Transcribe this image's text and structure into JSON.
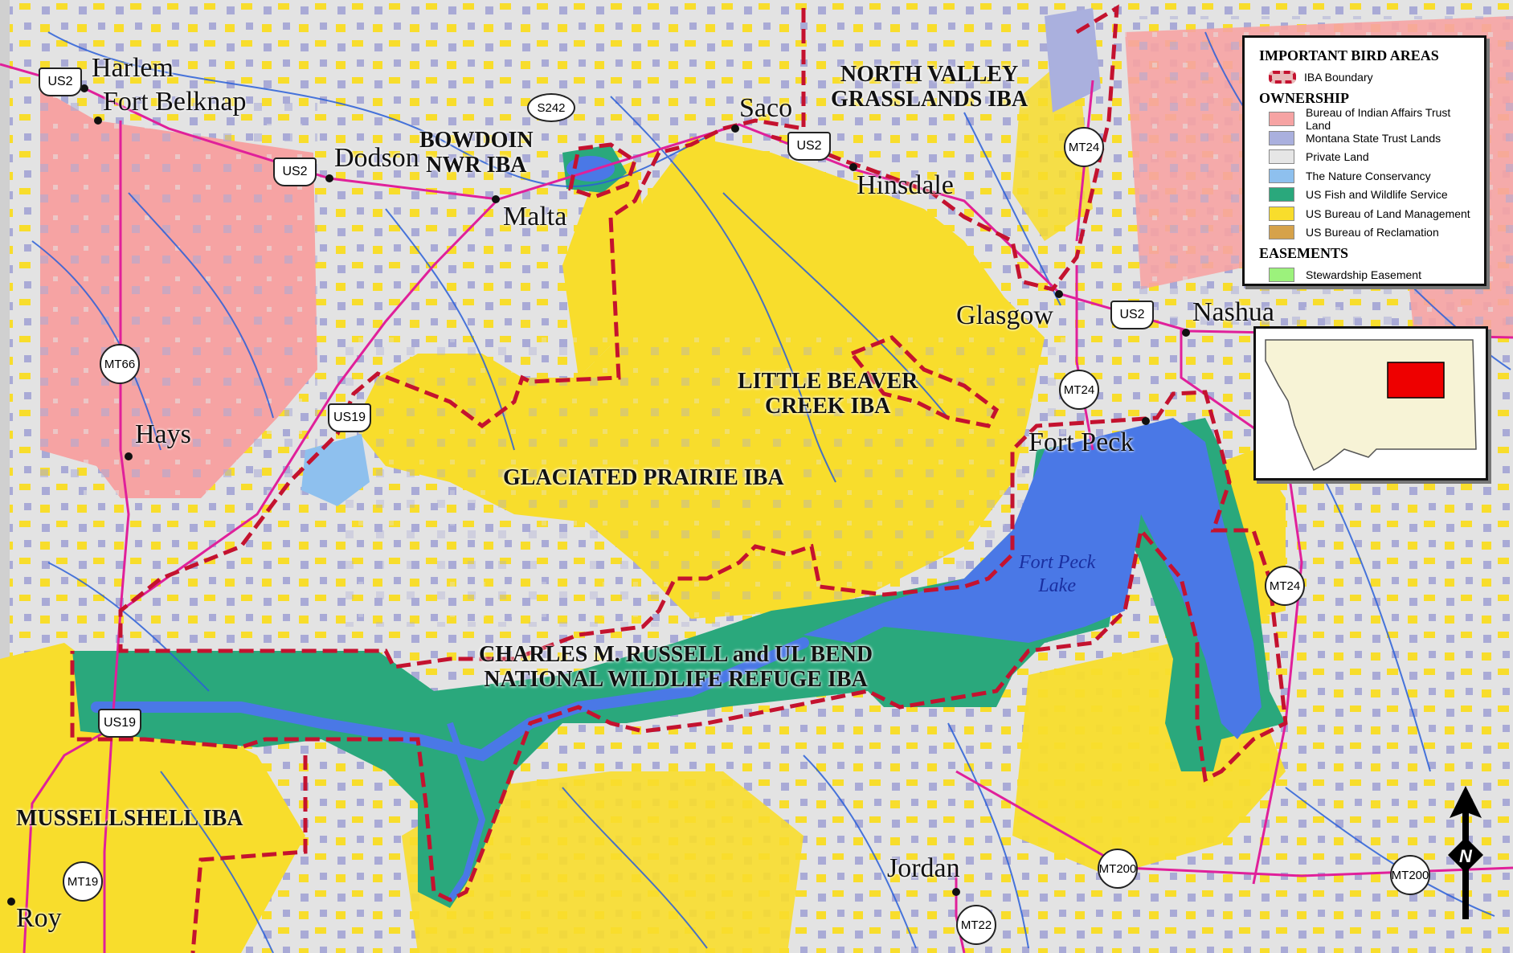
{
  "legend": {
    "title": "IMPORTANT BIRD AREAS",
    "iba_boundary": "IBA Boundary",
    "ownership_title": "OWNERSHIP",
    "ownership": [
      {
        "label": "Bureau of Indian Affairs Trust Land",
        "color": "#f6a3a3"
      },
      {
        "label": "Montana State Trust Lands",
        "color": "#aab0de"
      },
      {
        "label": "Private Land",
        "color": "#e6e6e6"
      },
      {
        "label": "The Nature Conservancy",
        "color": "#8ec0ee"
      },
      {
        "label": "US Fish and Wildlife Service",
        "color": "#2aa87c"
      },
      {
        "label": "US Bureau of Land Management",
        "color": "#f8dd2c"
      },
      {
        "label": "US Bureau of Reclamation",
        "color": "#d6a24a"
      }
    ],
    "easements_title": "EASEMENTS",
    "easements": [
      {
        "label": "Stewardship Easement",
        "color": "#9cf27c"
      }
    ]
  },
  "places": {
    "harlem": "Harlem",
    "fort_belknap": "Fort Belknap",
    "dodson": "Dodson",
    "malta": "Malta",
    "saco": "Saco",
    "hinsdale": "Hinsdale",
    "glasgow": "Glasgow",
    "nashua": "Nashua",
    "hays": "Hays",
    "fort_peck": "Fort Peck",
    "jordan": "Jordan",
    "roy": "Roy"
  },
  "iba_labels": {
    "bowdoin": [
      "BOWDOIN",
      "NWR IBA"
    ],
    "north_valley": [
      "NORTH VALLEY",
      "GRASSLANDS IBA"
    ],
    "little_beaver": [
      "LITTLE BEAVER",
      "CREEK IBA"
    ],
    "glaciated": "GLACIATED PRAIRIE IBA",
    "cmr": [
      "CHARLES M. RUSSELL  and UL BEND",
      "NATIONAL WILDLIFE REFUGE IBA"
    ],
    "musselshell": "MUSSELLSHELL IBA"
  },
  "lake": [
    "Fort Peck",
    "Lake"
  ],
  "shields": {
    "us2_a": "US2",
    "us2_b": "US2",
    "us2_c": "US2",
    "us2_d": "US2",
    "s242": "S242",
    "mt24_a": "MT24",
    "mt24_b": "MT24",
    "mt24_c": "MT24",
    "mt66": "MT66",
    "us19_a": "US19",
    "us19_b": "US19",
    "mt19": "MT19",
    "mt200_a": "MT200",
    "mt200_b": "MT200",
    "mt22": "MT22"
  },
  "north_arrow": "N",
  "colors": {
    "private": "#e3e3e3",
    "blm": "#f8dd2c",
    "state": "#aab0de",
    "bia": "#f6a3a3",
    "fws": "#2aa87c",
    "water": "#4a78e6",
    "road": "#e0209a",
    "iba_boundary": "#c4122f",
    "stream": "#2a5fd8"
  }
}
